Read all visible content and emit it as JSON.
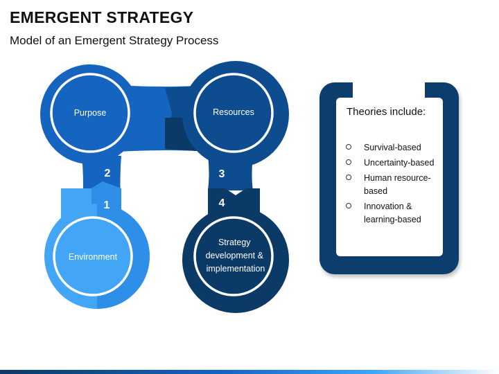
{
  "header": {
    "title": "EMERGENT STRATEGY",
    "subtitle": "Model of an Emergent Strategy Process"
  },
  "diagram": {
    "nodes": [
      {
        "label": "Purpose",
        "step": "2",
        "color": "#1565c0"
      },
      {
        "label": "Resources",
        "step": "3",
        "color": "#0d4c8f"
      },
      {
        "label": "Environment",
        "step": "1",
        "color": "#42a5f5"
      },
      {
        "label": "Strategy development & implementation",
        "label_lines": [
          "Strategy",
          "development &",
          "implementation"
        ],
        "step": "4",
        "color": "#0b3a66"
      }
    ]
  },
  "clipboard": {
    "title": "Theories include:",
    "items": [
      {
        "lines": [
          "Survival-based"
        ]
      },
      {
        "lines": [
          "Uncertainty-based"
        ]
      },
      {
        "lines": [
          "Human resource-",
          "based"
        ]
      },
      {
        "lines": [
          "Innovation &",
          "learning-based"
        ]
      }
    ]
  },
  "colors": {
    "dark_navy": "#0b3a66",
    "navy": "#0d4c8f",
    "blue": "#1565c0",
    "light_blue": "#42a5f5"
  }
}
